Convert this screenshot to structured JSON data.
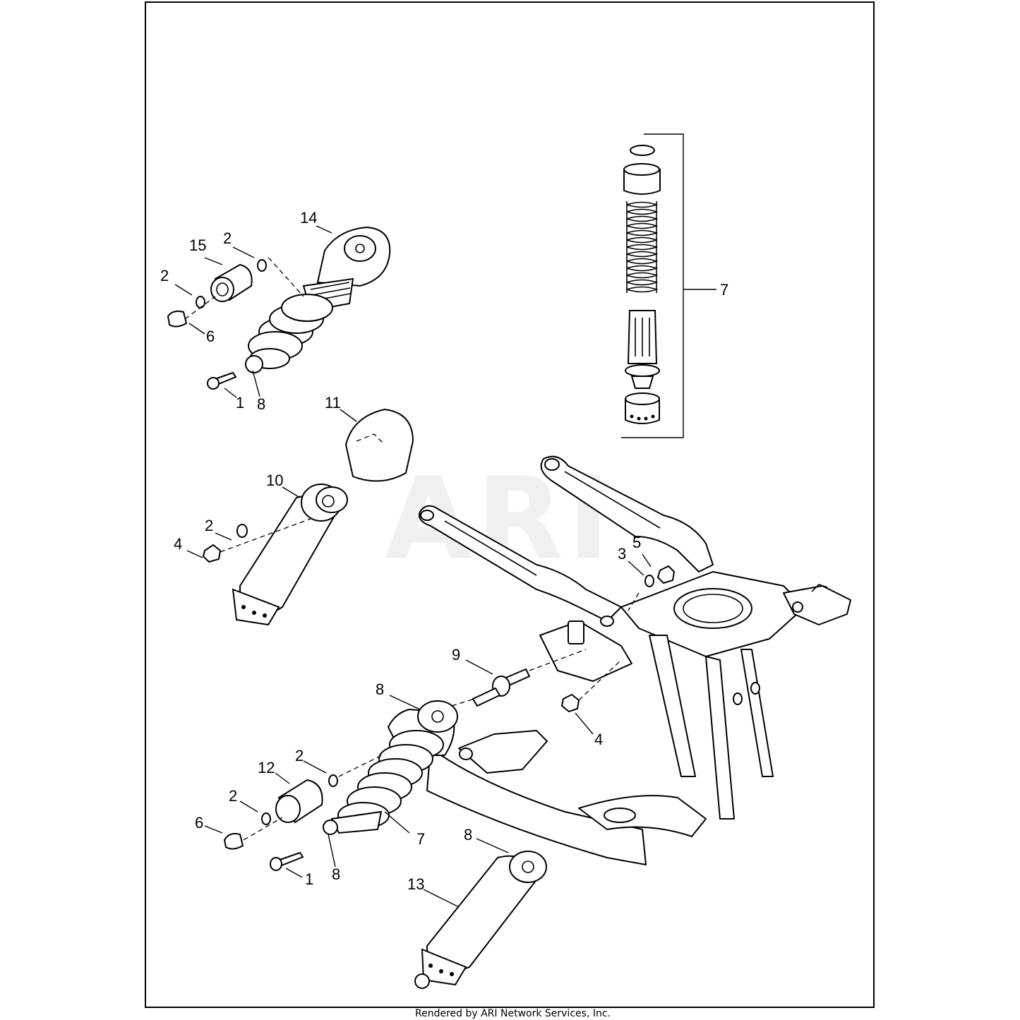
{
  "watermark": "ARI",
  "footer": "Rendered by ARI Network Services, Inc.",
  "callouts": {
    "c14": "14",
    "c15": "15",
    "c2a": "2",
    "c2b": "2",
    "c6a": "6",
    "c1a": "1",
    "c8a": "8",
    "c11": "11",
    "c10": "10",
    "c2c": "2",
    "c4a": "4",
    "c7top": "7",
    "c3": "3",
    "c5": "5",
    "c9": "9",
    "c4b": "4",
    "c8b": "8",
    "c2d": "2",
    "c12": "12",
    "c2e": "2",
    "c6b": "6",
    "c1b": "1",
    "c8c": "8",
    "c7bot": "7",
    "c8d": "8",
    "c13": "13"
  }
}
